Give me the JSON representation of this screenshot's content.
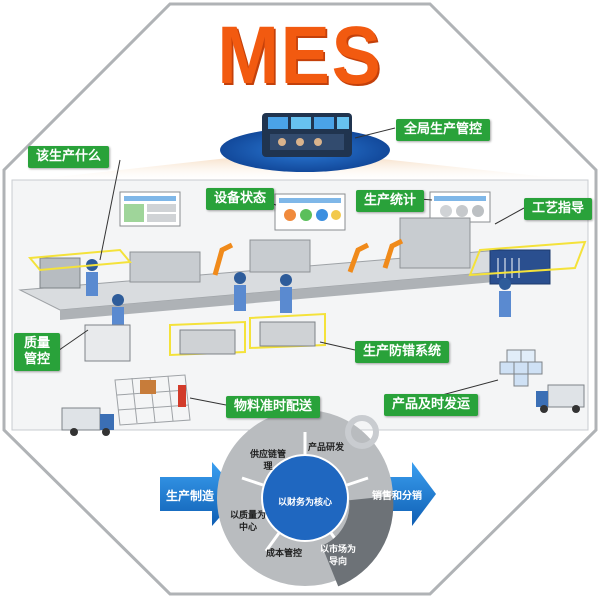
{
  "title": "MES",
  "labels": {
    "what_to_produce": "该生产什么",
    "global_control": "全局生产管控",
    "equipment_status": "设备状态",
    "production_stats": "生产统计",
    "process_guidance": "工艺指导",
    "quality_control": "质量管控",
    "error_proofing": "生产防错系统",
    "material_delivery": "物料准时配送",
    "product_shipping": "产品及时发运"
  },
  "cycle": {
    "left_arrow": "生产制造",
    "right_arrow": "销售和分销",
    "center": "以财务为核心",
    "segments": {
      "supply_chain": "供应链管理",
      "product_rd": "产品研发",
      "market": "以市场为导向",
      "cost": "成本管控",
      "quality_center": "以质量为中心"
    }
  },
  "colors": {
    "title": "#f25a10",
    "tag_green": "#29a23a",
    "arrow_blue": "#1a73c9",
    "ring_gray": "#b9bcbf",
    "ring_dark": "#6d7277"
  }
}
